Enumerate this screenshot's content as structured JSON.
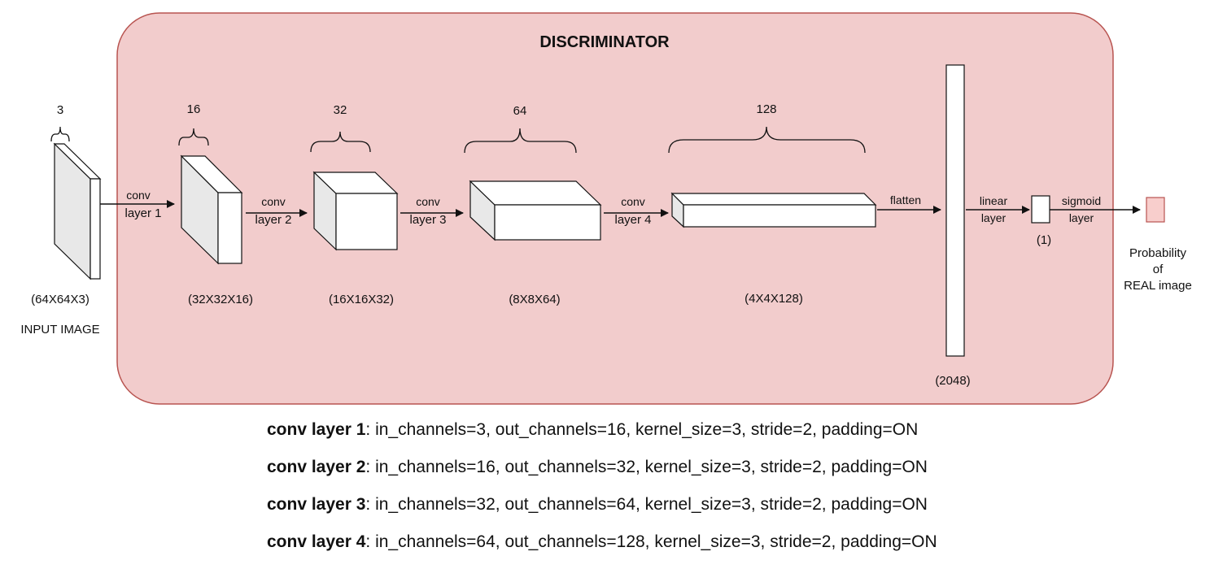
{
  "title": "DISCRIMINATOR",
  "colors": {
    "panel_fill": "#f2cccc",
    "panel_stroke": "#b85450",
    "output_fill": "#f8cecc"
  },
  "input": {
    "channels": "3",
    "dims": "(64X64X3)",
    "label": "INPUT IMAGE"
  },
  "layers": [
    {
      "channels": "16",
      "dims": "(32X32X16)",
      "arrow_top": "conv",
      "arrow_bottom": "layer 1"
    },
    {
      "channels": "32",
      "dims": "(16X16X32)",
      "arrow_top": "conv",
      "arrow_bottom": "layer 2"
    },
    {
      "channels": "64",
      "dims": "(8X8X64)",
      "arrow_top": "conv",
      "arrow_bottom": "layer 3"
    },
    {
      "channels": "128",
      "dims": "(4X4X128)",
      "arrow_top": "conv",
      "arrow_bottom": "layer 4"
    }
  ],
  "flatten": {
    "label": "flatten",
    "dims": "(2048)"
  },
  "linear": {
    "top": "linear",
    "bottom": "layer",
    "dims": "(1)"
  },
  "sigmoid": {
    "top": "sigmoid",
    "bottom": "layer"
  },
  "output": {
    "line1": "Probability",
    "line2": "of",
    "line3": "REAL image"
  },
  "notes": [
    {
      "name": "conv layer 1",
      "text": ": in_channels=3, out_channels=16, kernel_size=3, stride=2, padding=ON"
    },
    {
      "name": "conv layer 2",
      "text": ": in_channels=16, out_channels=32, kernel_size=3, stride=2, padding=ON"
    },
    {
      "name": "conv layer 3",
      "text": ": in_channels=32, out_channels=64, kernel_size=3, stride=2, padding=ON"
    },
    {
      "name": "conv layer 4",
      "text": ": in_channels=64, out_channels=128, kernel_size=3, stride=2, padding=ON"
    }
  ]
}
